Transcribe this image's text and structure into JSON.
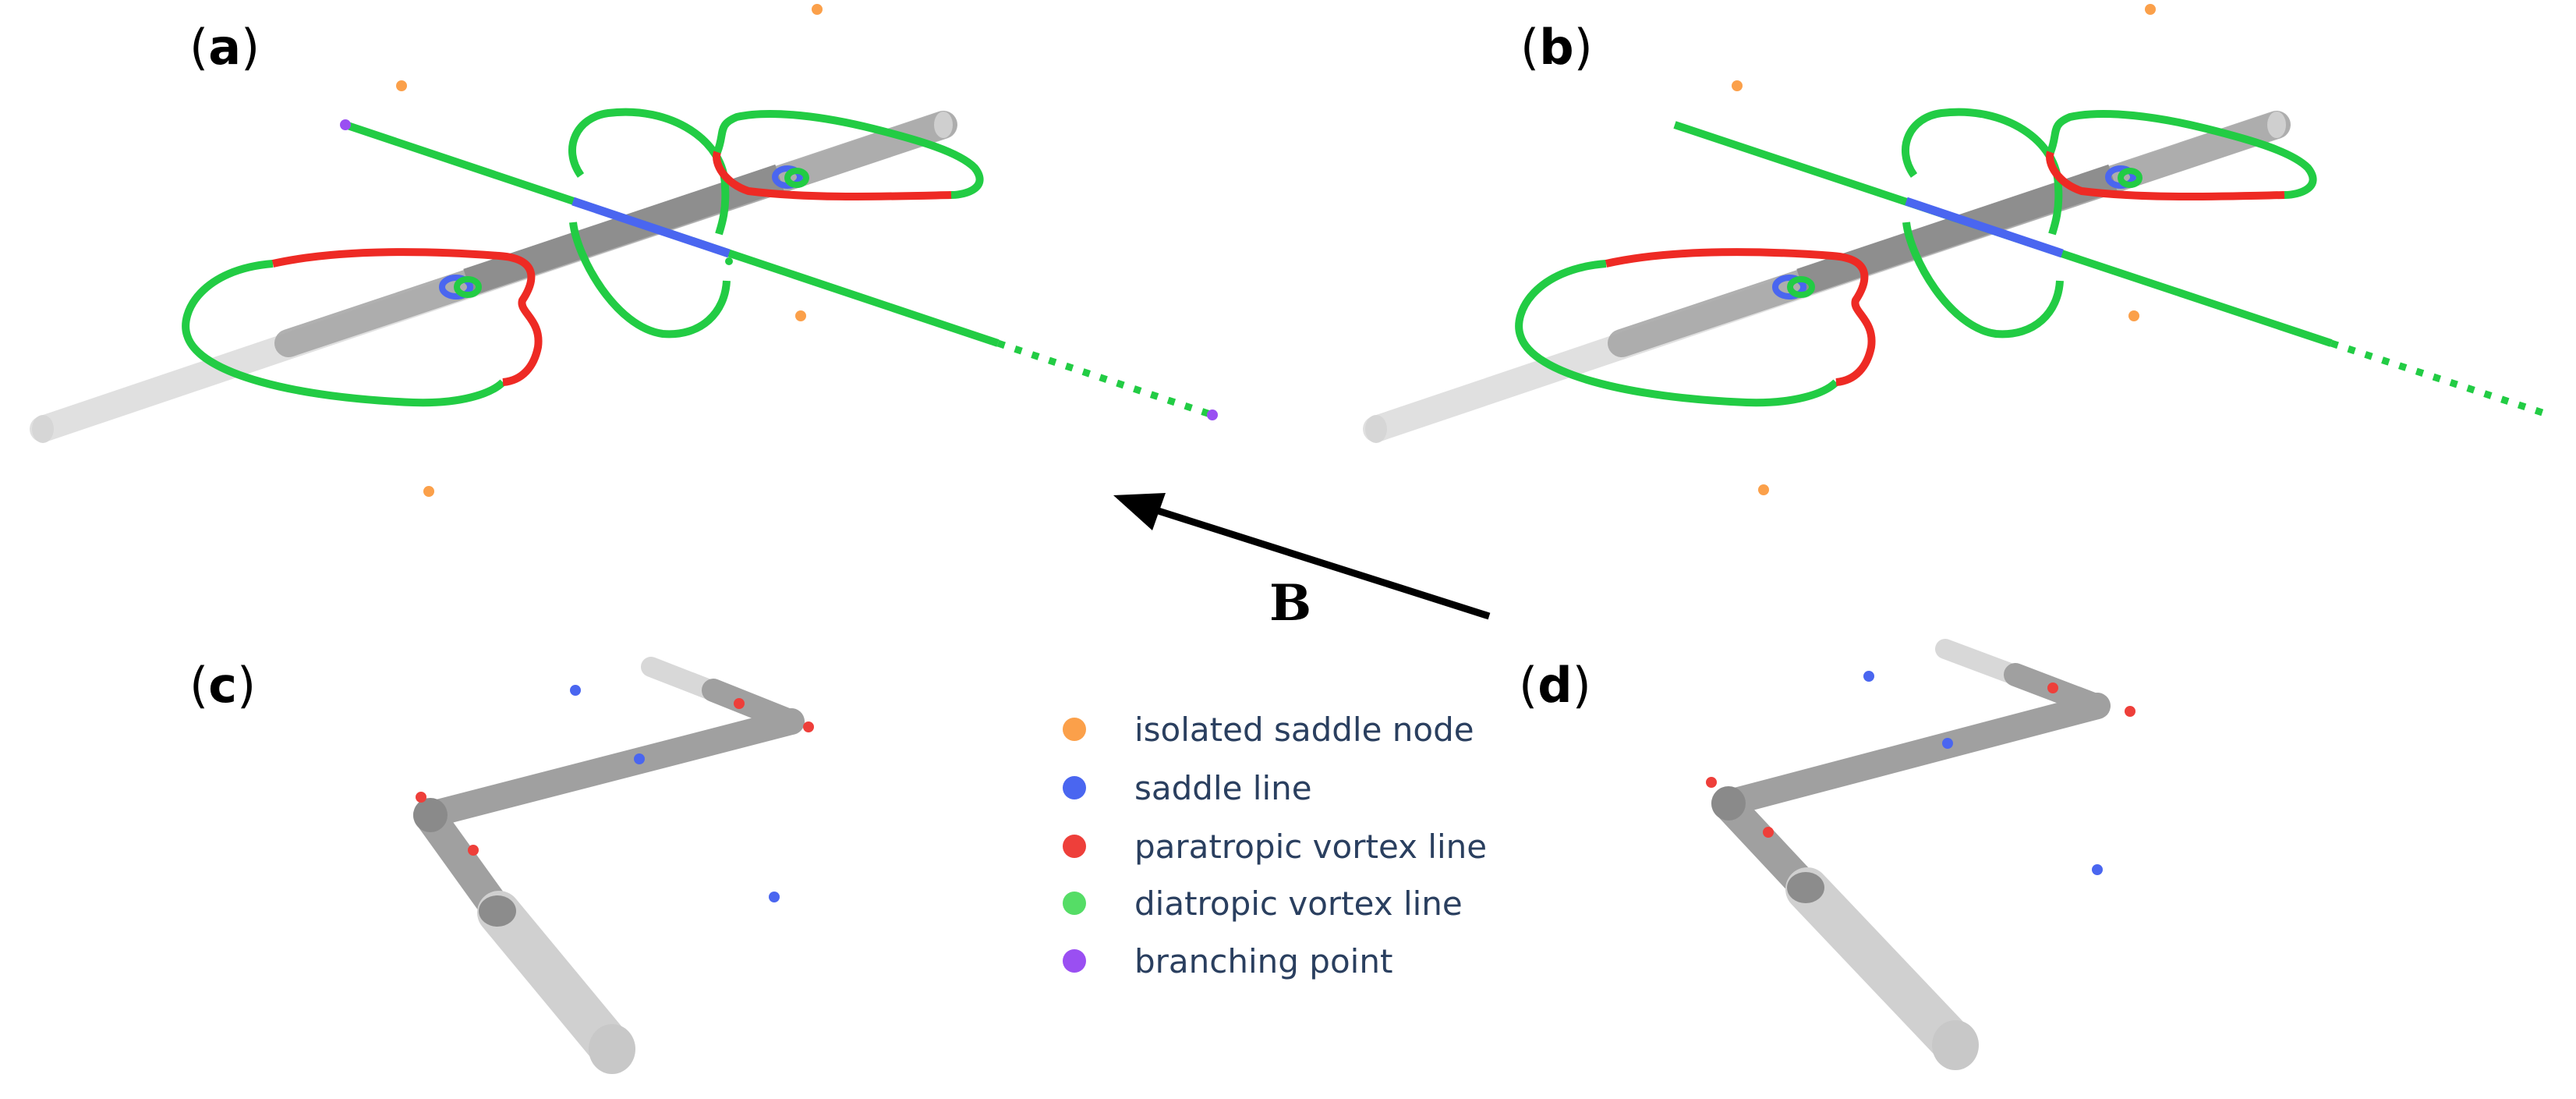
{
  "panels": [
    {
      "id": "a",
      "open": "(",
      "letter": "a",
      "close": ")"
    },
    {
      "id": "b",
      "open": "(",
      "letter": "b",
      "close": ")"
    },
    {
      "id": "c",
      "open": "(",
      "letter": "c",
      "close": ")"
    },
    {
      "id": "d",
      "open": "(",
      "letter": "d",
      "close": ")"
    }
  ],
  "field_label": "B",
  "legend": [
    {
      "label": "isolated saddle node",
      "color": "#fbA04a"
    },
    {
      "label": "saddle line",
      "color": "#4a66f0"
    },
    {
      "label": "paratropic vortex line",
      "color": "#ee3f3a"
    },
    {
      "label": "diatropic vortex line",
      "color": "#22cc44"
    },
    {
      "label": "branching point",
      "color": "#9a4ff2"
    }
  ],
  "colors": {
    "saddle_node": "#fba04a",
    "saddle_line": "#4a66f0",
    "paratropic": "#ee2a24",
    "diatropic": "#22cc44",
    "branching": "#9a4ff2",
    "molecule": "#9a9a9a"
  }
}
